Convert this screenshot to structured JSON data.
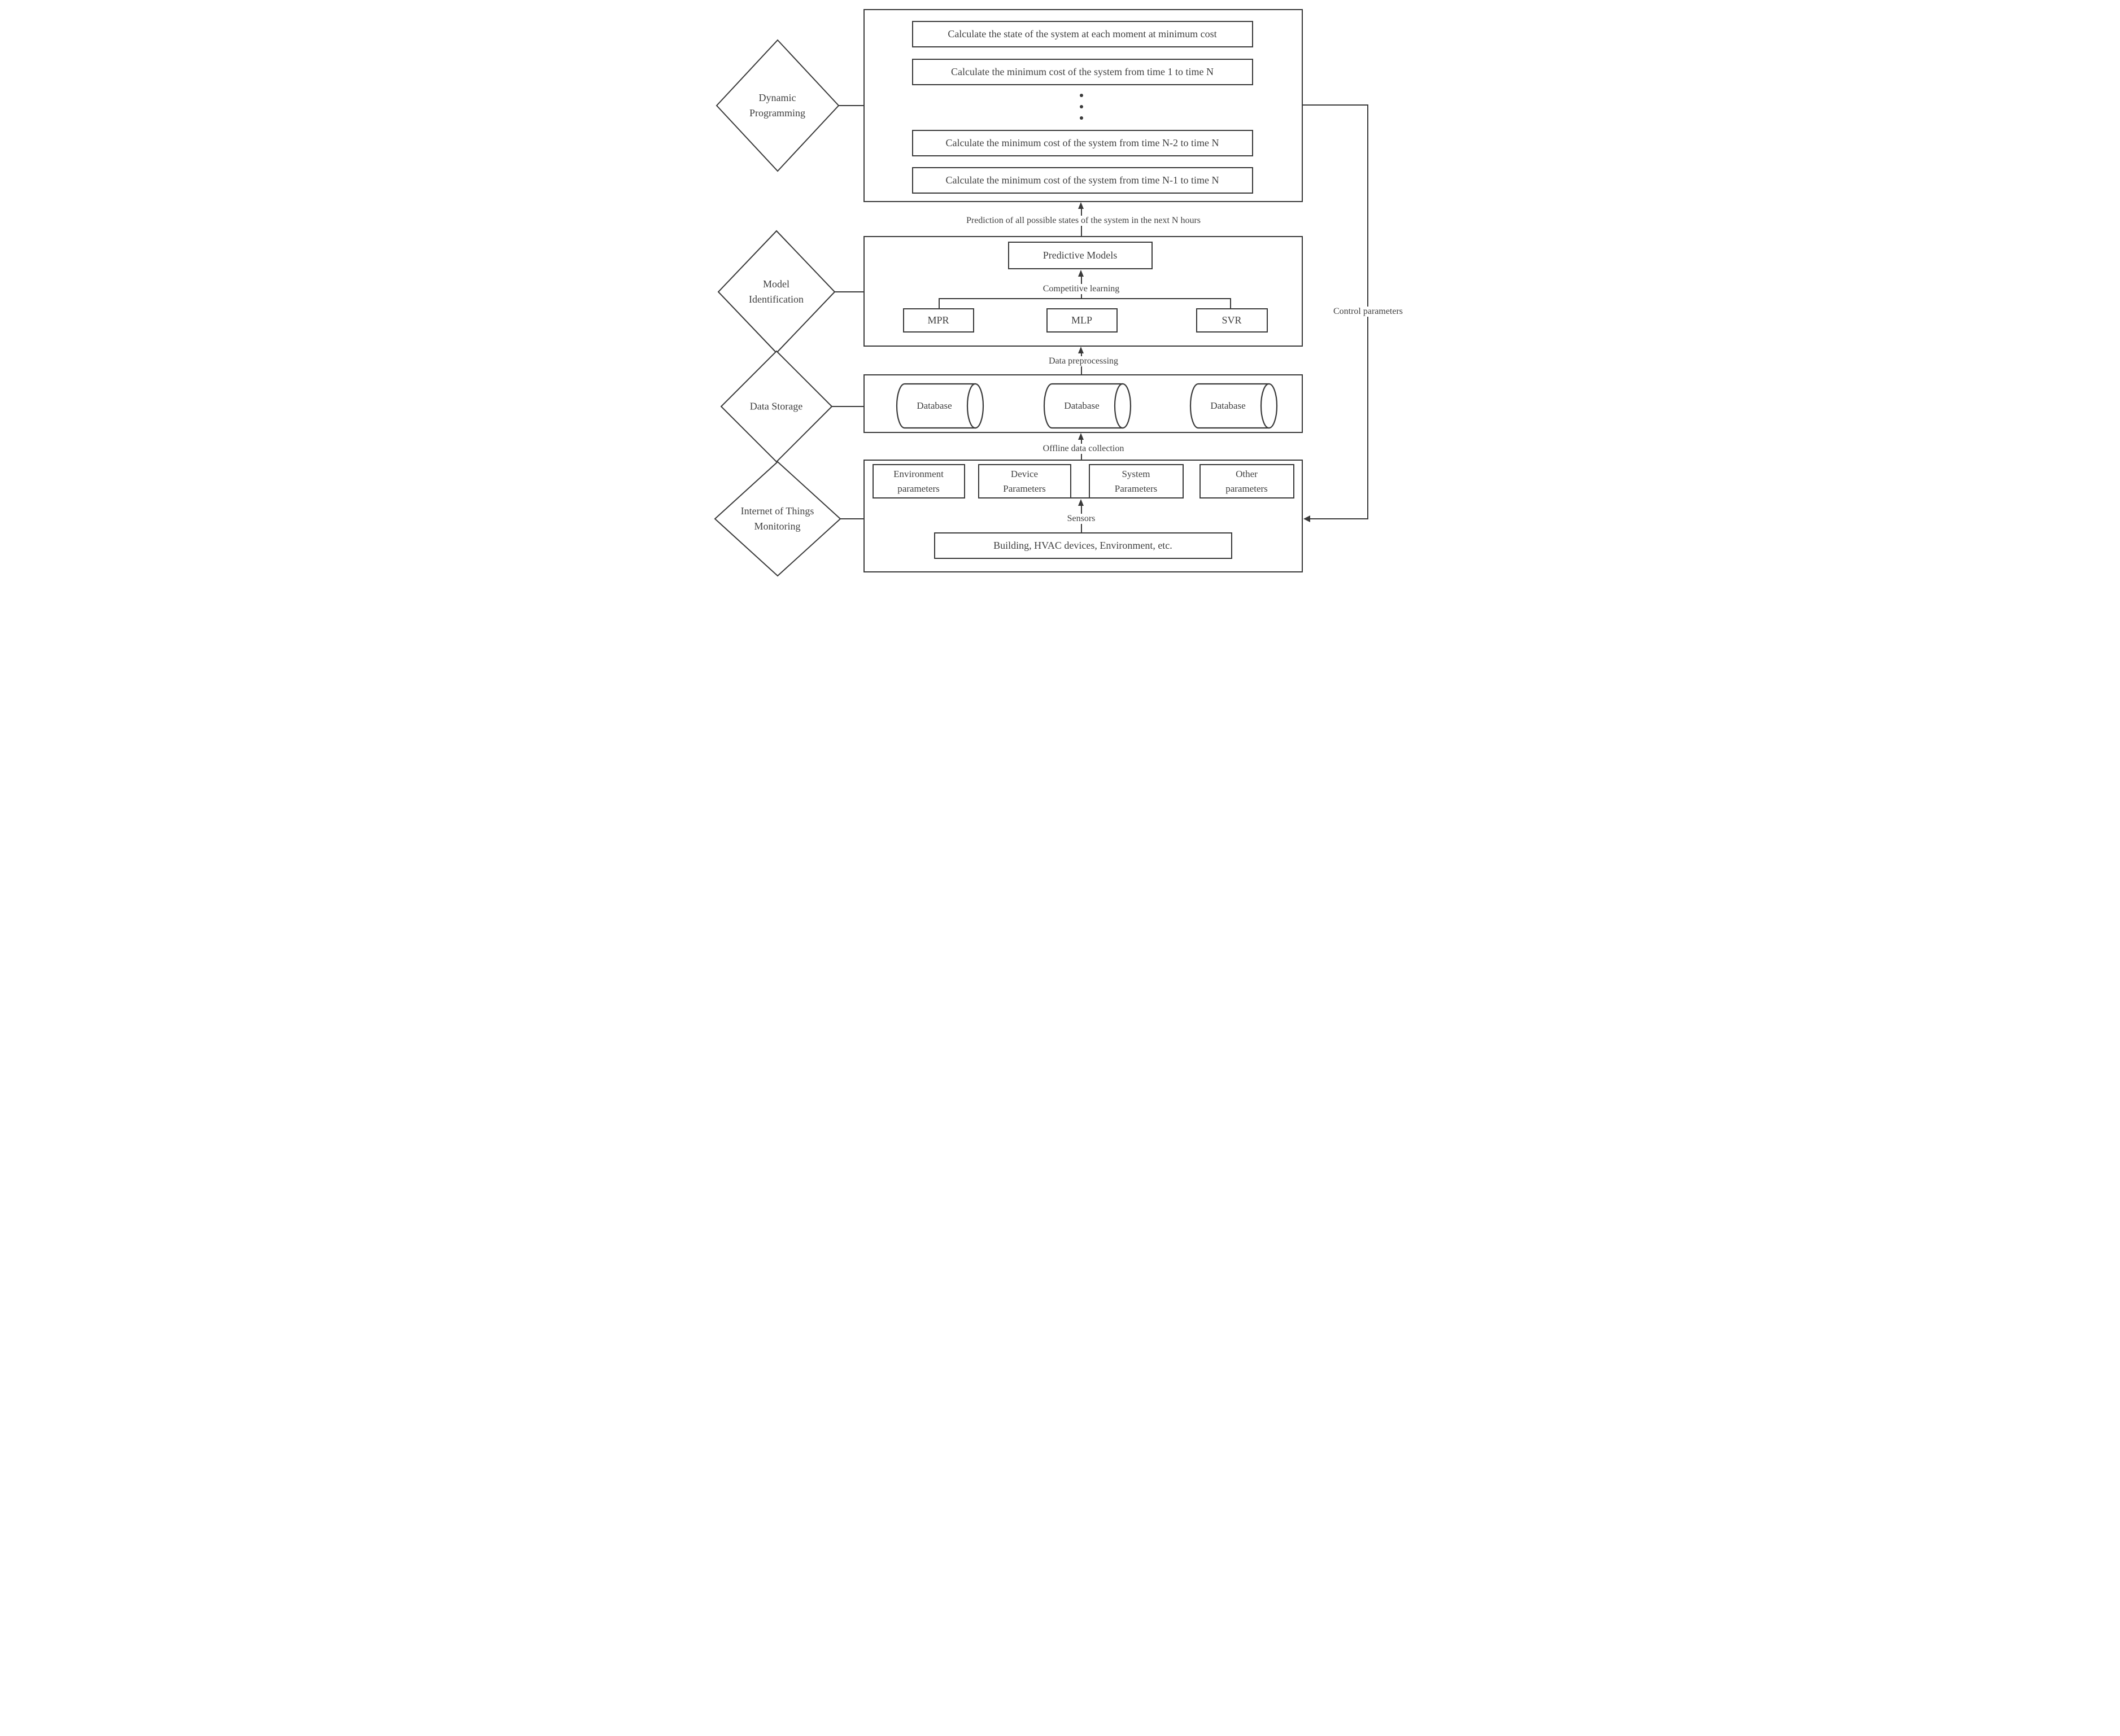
{
  "sections": {
    "dynamic_programming": {
      "diamond": [
        "Dynamic",
        "Programming"
      ],
      "steps": [
        "Calculate the state of the system at each moment at minimum cost",
        "Calculate the minimum cost of the system from time 1 to time N",
        "Calculate the minimum cost of the system from time N-2 to time N",
        "Calculate the minimum cost of the system from time N-1 to time N"
      ]
    },
    "model_identification": {
      "diamond": [
        "Model",
        "Identification"
      ],
      "predictive_models_label": "Predictive Models",
      "models": [
        "MPR",
        "MLP",
        "SVR"
      ]
    },
    "data_storage": {
      "diamond": [
        "Data Storage"
      ],
      "databases": [
        "Database",
        "Database",
        "Database"
      ]
    },
    "iot_monitoring": {
      "diamond": [
        "Internet of Things",
        "Monitoring"
      ],
      "parameter_boxes": [
        [
          "Environment",
          "parameters"
        ],
        [
          "Device",
          "Parameters"
        ],
        [
          "System",
          "Parameters"
        ],
        [
          "Other",
          "parameters"
        ]
      ],
      "building_label": "Building, HVAC devices, Environment, etc."
    }
  },
  "flow_labels": {
    "prediction": "Prediction of all possible states of the system in the next N hours",
    "competitive_learning": "Competitive learning",
    "data_preprocessing": "Data preprocessing",
    "offline_data_collection": "Offline data collection",
    "sensors": "Sensors",
    "control_parameters": "Control parameters"
  },
  "colors": {
    "line": "#3a3a3a",
    "text": "#3f3f3f",
    "background": "#ffffff"
  }
}
